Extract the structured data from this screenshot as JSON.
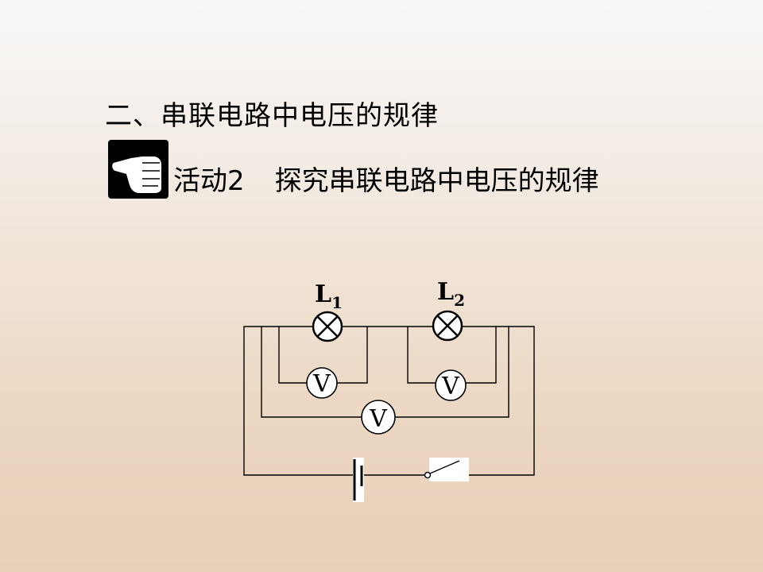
{
  "heading": "二、串联电路中电压的规律",
  "activity": {
    "label": "活动2",
    "title": "探究串联电路中电压的规律",
    "icon": "pointing-hand-icon"
  },
  "circuit": {
    "lamps": [
      {
        "letter": "L",
        "sub": "1"
      },
      {
        "letter": "L",
        "sub": "2"
      }
    ],
    "voltmeters": [
      "V",
      "V",
      "V"
    ]
  }
}
